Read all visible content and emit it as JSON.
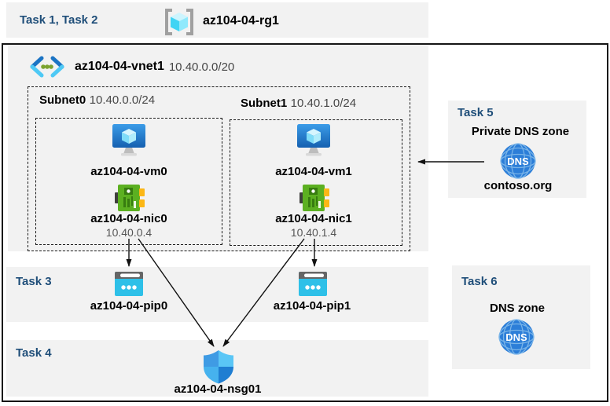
{
  "colors": {
    "task_label": "#1f4e79",
    "panel_bg": "#f2f2f2",
    "frame_border": "#151515",
    "vm_blue": "#2f8ce0",
    "nic_green": "#5cb021",
    "pip_cyan": "#2ec0e8",
    "dns_blue": "#2c7ed8",
    "nsg_shield_blue": "#1f7ed2",
    "rg_cube_cyan": "#41d4f4",
    "vnet_chevron_blue": "#1b74c4",
    "vnet_dot_green": "#7ba330"
  },
  "topbar": {
    "tasks_label": "Task 1, Task 2",
    "rg_name": "az104-04-rg1"
  },
  "vnet": {
    "name": "az104-04-vnet1",
    "cidr": "10.40.0.0/20"
  },
  "subnets": [
    {
      "name": "Subnet0",
      "cidr": "10.40.0.0/24",
      "vm": "az104-04-vm0",
      "nic": "az104-04-nic0",
      "ip": "10.40.0.4"
    },
    {
      "name": "Subnet1",
      "cidr": "10.40.1.0/24",
      "vm": "az104-04-vm1",
      "nic": "az104-04-nic1",
      "ip": "10.40.1.4"
    }
  ],
  "task3": {
    "label": "Task 3",
    "pips": [
      "az104-04-pip0",
      "az104-04-pip1"
    ]
  },
  "task4": {
    "label": "Task 4",
    "nsg_name": "az104-04-nsg01"
  },
  "task5": {
    "label": "Task 5",
    "title": "Private DNS zone",
    "zone_name": "contoso.org",
    "icon_text": "DNS"
  },
  "task6": {
    "label": "Task 6",
    "title": "DNS zone",
    "icon_text": "DNS"
  }
}
